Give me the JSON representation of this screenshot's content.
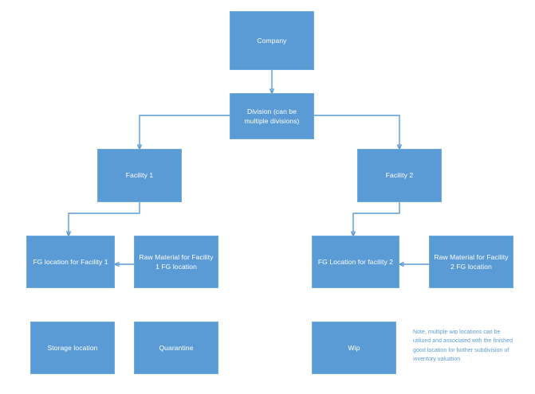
{
  "diagram": {
    "title_implied": "Inventory location hierarchy",
    "accent_color": "#5B9BD5",
    "node_text_color": "#FFFFFF",
    "background_color": "#FFFFFF",
    "nodes": {
      "company": "Company",
      "division": "Division (can be multiple divisions)",
      "facility_1": "Facility 1",
      "facility_2": "Facility 2",
      "fg_location_1": "FG location for Facility 1",
      "raw_material_1": "Raw Material for Facility 1 FG location",
      "fg_location_2": "FG Location for facility 2",
      "raw_material_2": "Raw Material for Facility 2 FG location",
      "storage_location": "Storage location",
      "quarantine": "Quarantine",
      "wip": "Wip"
    },
    "note": "Note, multiple wip locations can be utilized and associated with the finished good location for further subdivision of inventory valuation"
  }
}
